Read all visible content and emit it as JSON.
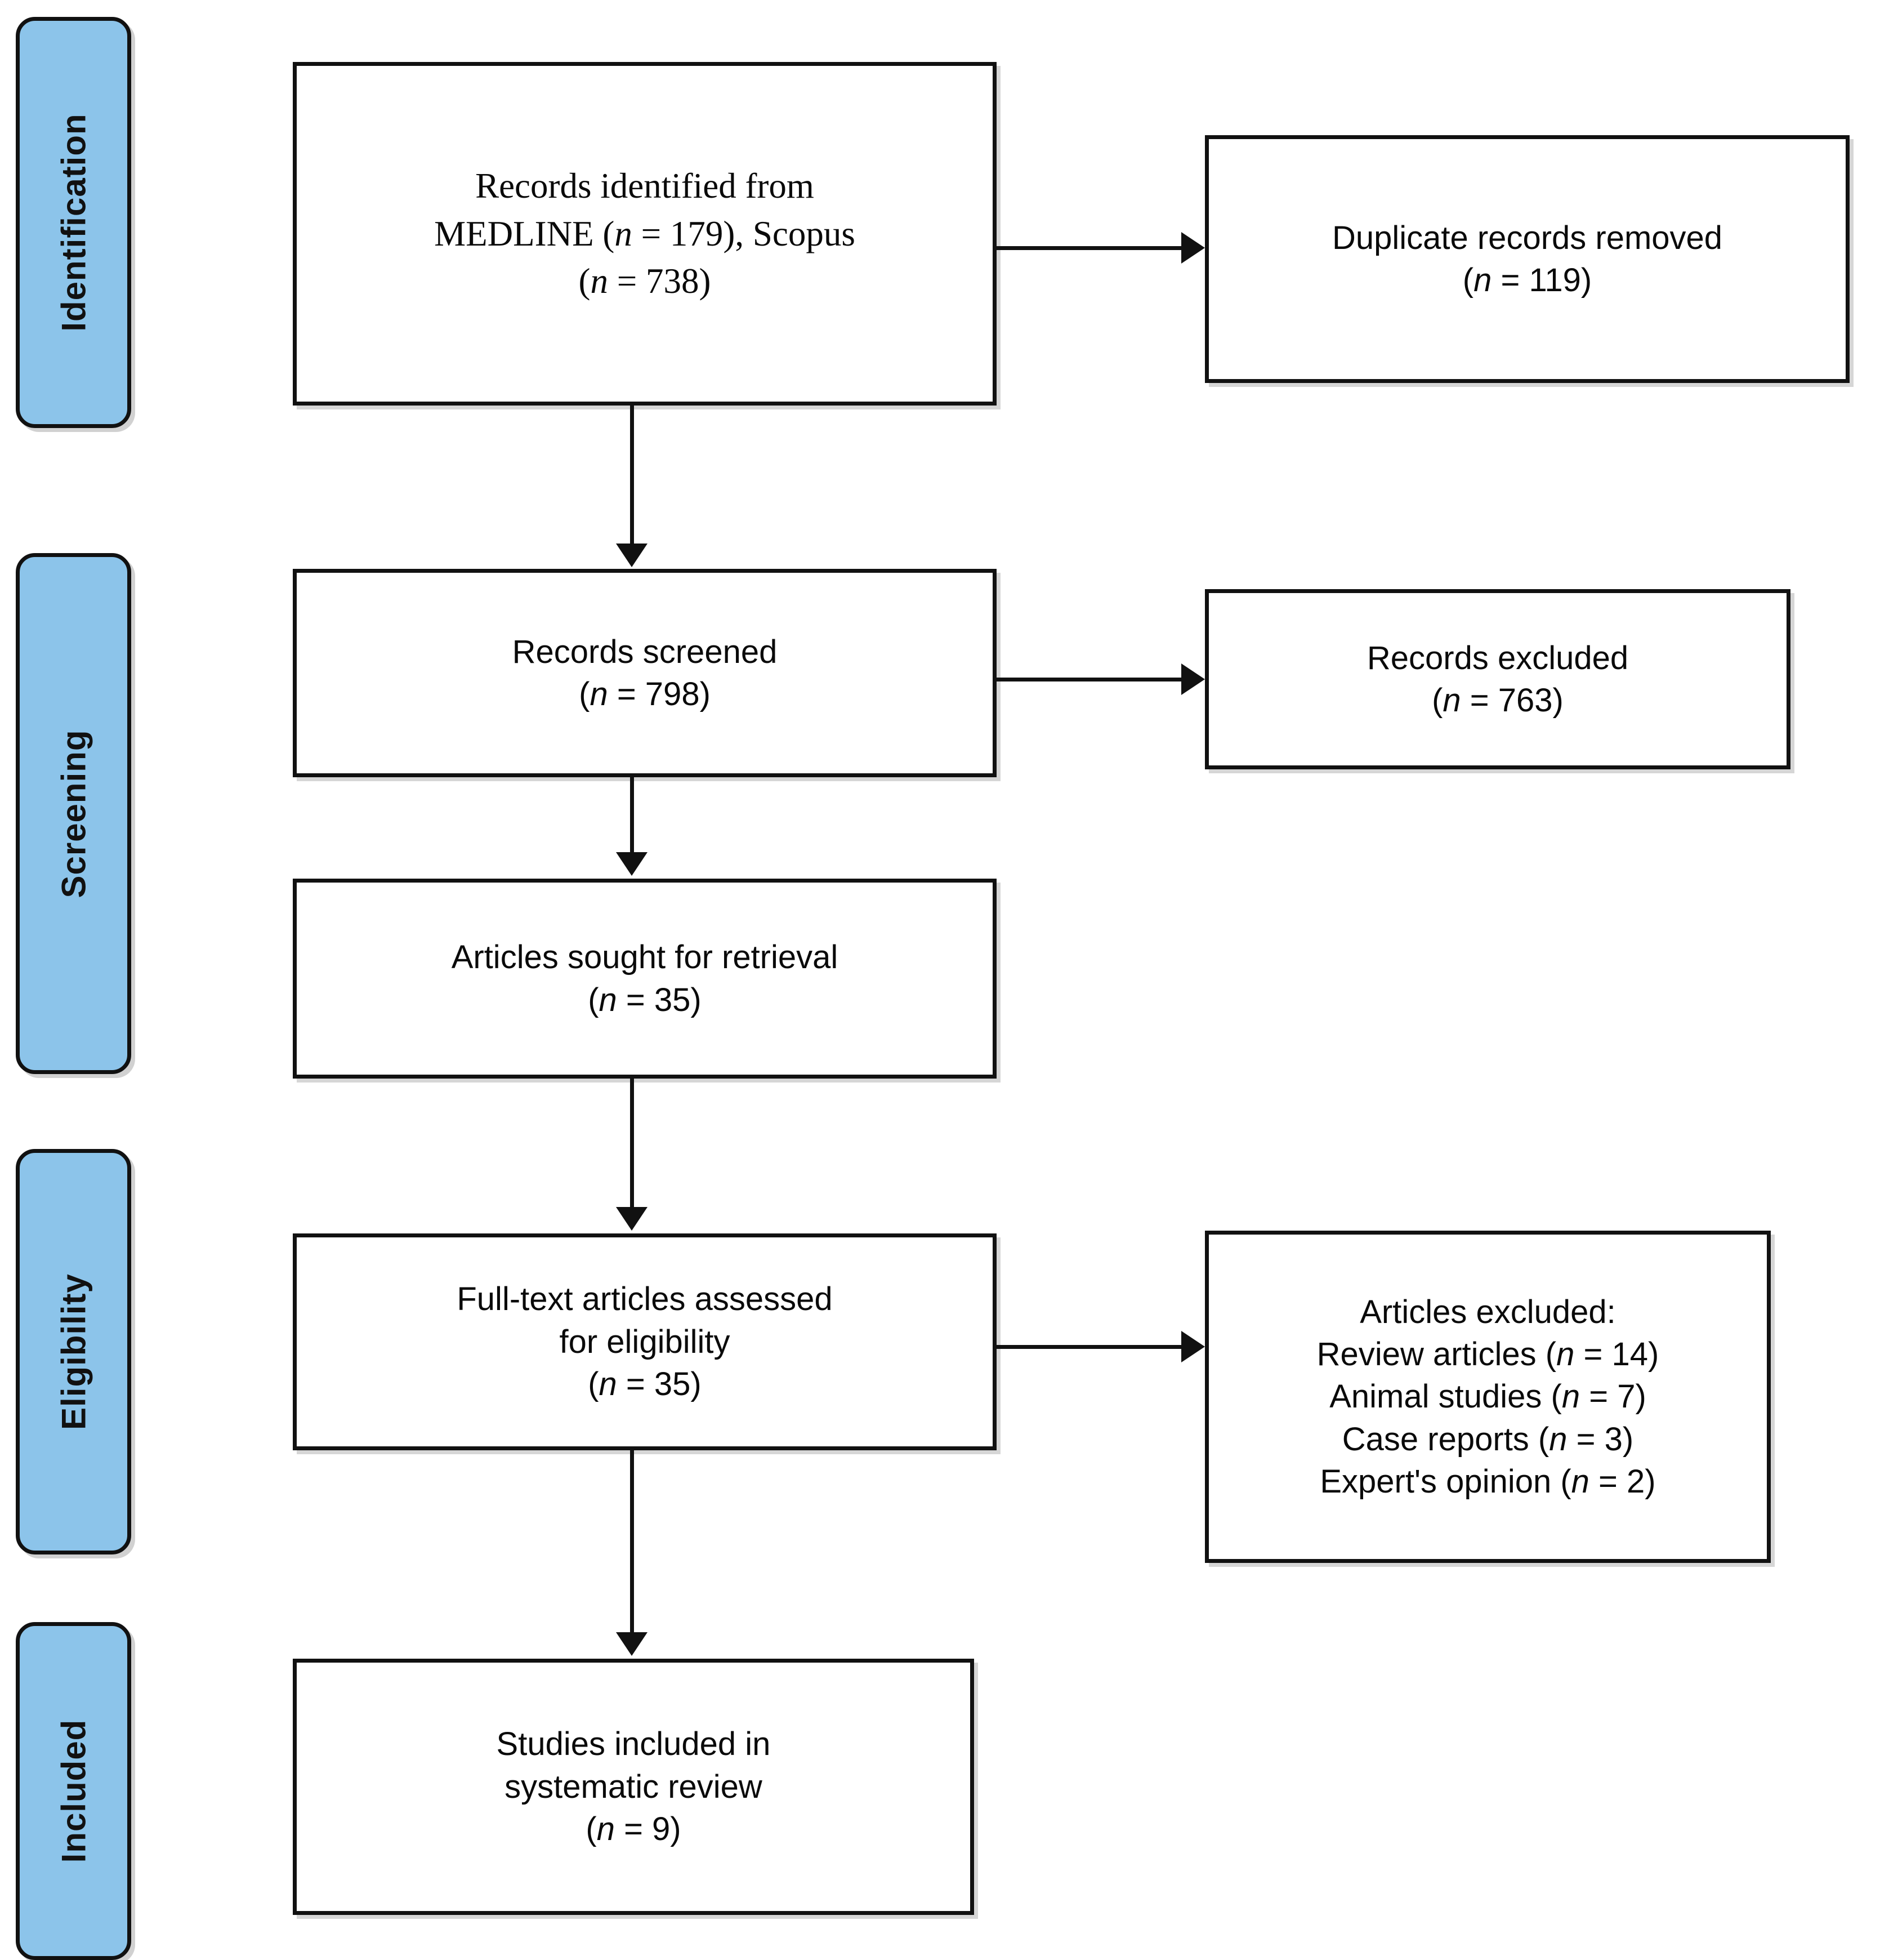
{
  "diagram": {
    "type": "PRISMA flow diagram",
    "stages": [
      {
        "key": "identification",
        "label": "Identification"
      },
      {
        "key": "screening",
        "label": "Screening"
      },
      {
        "key": "eligibility",
        "label": "Eligibility"
      },
      {
        "key": "included",
        "label": "Included"
      }
    ],
    "boxes": {
      "records_identified": {
        "line1": "Records identified from",
        "line2": "MEDLINE (n = 179), Scopus",
        "line3": "(n = 738)",
        "text": "Records identified from\nMEDLINE (n = 179), Scopus\n(n = 738)"
      },
      "duplicates_removed": {
        "line1": "Duplicate records removed",
        "line2": "(n = 119)",
        "text": "Duplicate records removed\n(n = 119)"
      },
      "records_screened": {
        "line1": "Records screened",
        "line2": "(n = 798)",
        "text": "Records screened\n(n = 798)"
      },
      "records_excluded": {
        "line1": "Records excluded",
        "line2": "(n = 763)",
        "text": "Records excluded\n(n = 763)"
      },
      "articles_sought": {
        "line1": "Articles sought for retrieval",
        "line2": "(n = 35)",
        "text": "Articles sought for retrieval\n(n = 35)"
      },
      "fulltext_assessed": {
        "line1": "Full-text articles assessed",
        "line2": "for eligibility",
        "line3": "(n = 35)",
        "text": "Full-text articles assessed\nfor eligibility\n(n = 35)"
      },
      "articles_excluded": {
        "line1": "Articles excluded:",
        "line2": "Review articles (n = 14)",
        "line3": "Animal studies (n = 7)",
        "line4": "Case reports (n = 3)",
        "line5": "Expert's opinion (n = 2)",
        "text": "Articles excluded:\nReview articles (n = 14)\nAnimal studies (n = 7)\nCase reports (n = 3)\nExpert's opinion (n = 2)"
      },
      "studies_included": {
        "line1": "Studies included in",
        "line2": "systematic review",
        "line3": "(n = 9)",
        "text": "Studies included in\nsystematic review\n(n = 9)"
      }
    },
    "counts": {
      "medline": 179,
      "scopus": 738,
      "duplicates_removed": 119,
      "records_screened": 798,
      "records_excluded": 763,
      "articles_sought": 35,
      "fulltext_assessed": 35,
      "excluded_review_articles": 14,
      "excluded_animal_studies": 7,
      "excluded_case_reports": 3,
      "excluded_expert_opinion": 2,
      "studies_included": 9
    },
    "colors": {
      "stage_fill": "#8CC4EA",
      "stroke": "#111111",
      "box_fill": "#FFFFFF",
      "text": "#0A0A0A"
    }
  }
}
